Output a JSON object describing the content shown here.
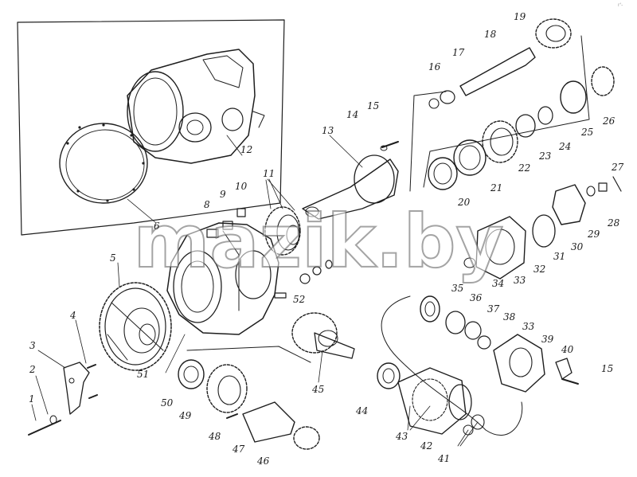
{
  "diagram": {
    "watermark": "mazik.by",
    "corner_mark": "r'-",
    "part_numbers": [
      "1",
      "2",
      "3",
      "4",
      "5",
      "6",
      "8",
      "9",
      "10",
      "11",
      "12",
      "13",
      "14",
      "15",
      "15",
      "16",
      "17",
      "18",
      "19",
      "20",
      "21",
      "22",
      "23",
      "24",
      "25",
      "26",
      "27",
      "28",
      "29",
      "30",
      "31",
      "32",
      "33",
      "33",
      "34",
      "35",
      "36",
      "37",
      "38",
      "39",
      "40",
      "41",
      "42",
      "43",
      "44",
      "45",
      "46",
      "47",
      "48",
      "49",
      "50",
      "51",
      "52"
    ],
    "colors": {
      "ink": "#1e1e1e",
      "paper": "#ffffff",
      "watermark_stroke": "#5a5a5a"
    }
  }
}
